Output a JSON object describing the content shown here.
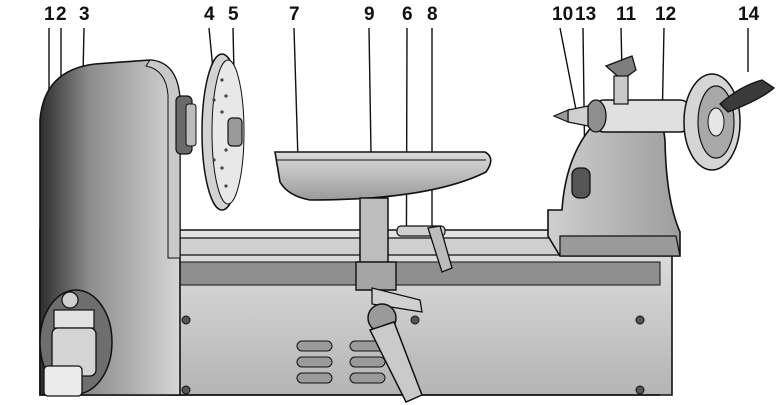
{
  "figure": {
    "callout_numbers": [
      {
        "id": "n1",
        "text": "1"
      },
      {
        "id": "n2",
        "text": "2"
      },
      {
        "id": "n3",
        "text": "3"
      },
      {
        "id": "n4",
        "text": "4"
      },
      {
        "id": "n5",
        "text": "5"
      },
      {
        "id": "n7",
        "text": "7"
      },
      {
        "id": "n9",
        "text": "9"
      },
      {
        "id": "n6",
        "text": "6"
      },
      {
        "id": "n8",
        "text": "8"
      },
      {
        "id": "n10",
        "text": "10"
      },
      {
        "id": "n13",
        "text": "13"
      },
      {
        "id": "n11",
        "text": "11"
      },
      {
        "id": "n12",
        "text": "12"
      },
      {
        "id": "n14",
        "text": "14"
      }
    ],
    "colors": {
      "metal_light": "#d9d9d9",
      "metal_mid": "#bdbdbd",
      "metal_dark": "#8a8a8a",
      "shadow": "#3a3a3a",
      "outline": "#111111",
      "label": "#111111"
    }
  }
}
